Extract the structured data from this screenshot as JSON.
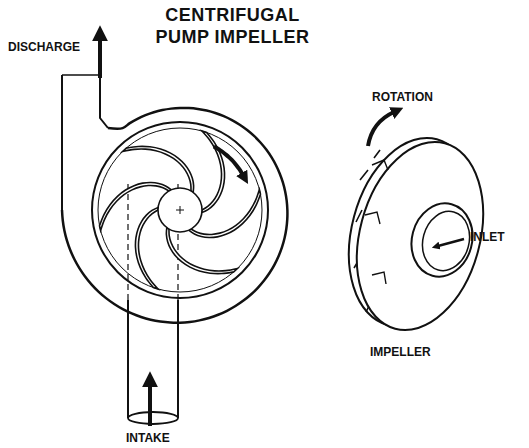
{
  "diagram": {
    "title": "CENTRIFUGAL PUMP IMPELLER",
    "labels": [
      "DISCHARGE",
      "ROTATION",
      "INLET",
      "IMPELLER",
      "INTAKE"
    ]
  }
}
